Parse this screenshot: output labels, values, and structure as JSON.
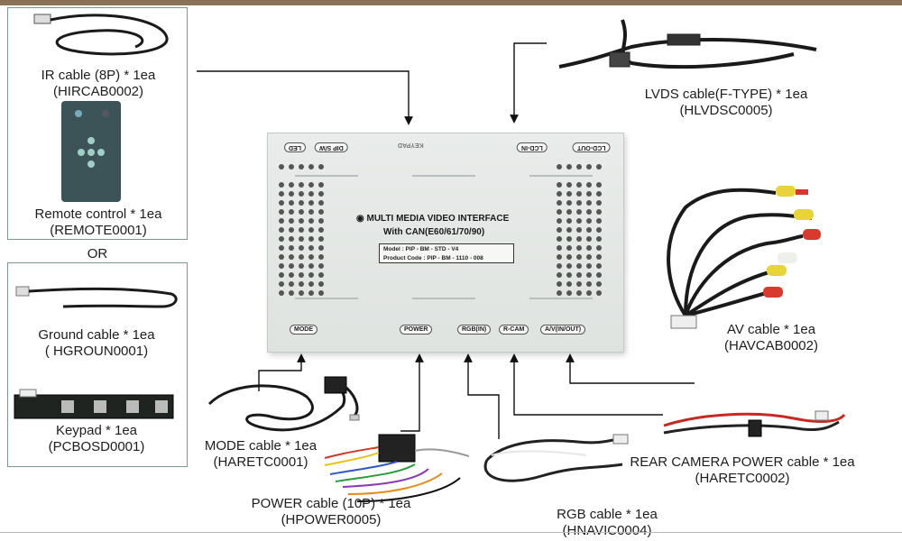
{
  "device": {
    "label_led": "LED",
    "label_dip": "DIP S/W",
    "label_keypad": "KEYPAD",
    "label_lcd_in": "LCD-IN",
    "label_lcd_out": "LCD-OUT",
    "title": "◉ MULTI MEDIA VIDEO INTERFACE",
    "subtitle": "With CAN(E60/61/70/90)",
    "model": "Model : PIP - BM - STD - V4",
    "product_code": "Product Code : PIP - BM - 1110 - 008",
    "port_mode": "MODE",
    "port_power": "POWER",
    "port_rgb": "RGB(IN)",
    "port_rcam": "R-CAM",
    "port_av": "A/V(IN/OUT)"
  },
  "items": {
    "ir_cable": {
      "name": "IR cable (8P) * 1ea",
      "code": "(HIRCAB0002)"
    },
    "remote": {
      "name": "Remote control * 1ea",
      "code": "(REMOTE0001)"
    },
    "or_text": "OR",
    "ground": {
      "name": "Ground cable * 1ea",
      "code": "( HGROUN0001)"
    },
    "keypad": {
      "name": "Keypad * 1ea",
      "code": "(PCBOSD0001)"
    },
    "lvds": {
      "name": "LVDS cable(F-TYPE) * 1ea",
      "code": "(HLVDSC0005)"
    },
    "av": {
      "name": "AV cable * 1ea",
      "code": "(HAVCAB0002)"
    },
    "mode": {
      "name": "MODE cable * 1ea",
      "code": "(HARETC0001)"
    },
    "power": {
      "name": "POWER cable (10P) * 1ea",
      "code": "(HPOWER0005)"
    },
    "rgb": {
      "name": "RGB cable * 1ea",
      "code": "(HNAVIC0004)"
    },
    "rear_cam": {
      "name": "REAR CAMERA POWER cable * 1ea",
      "code": "(HARETC0002)"
    }
  }
}
